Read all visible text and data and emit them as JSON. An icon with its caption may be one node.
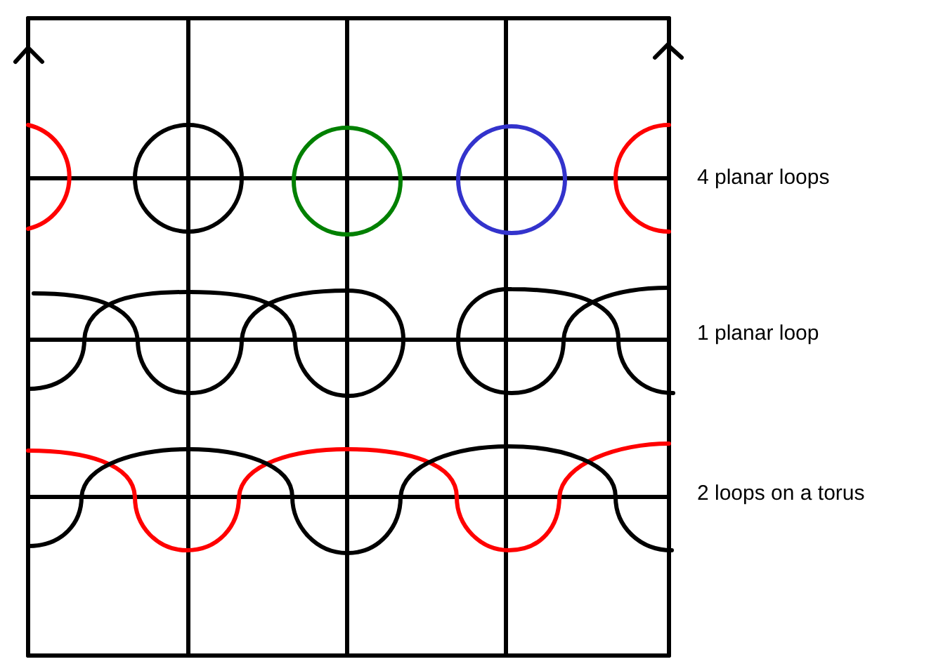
{
  "diagram": {
    "labels": [
      "4 planar loops",
      "1 planar loop",
      "2 loops on a torus"
    ]
  }
}
